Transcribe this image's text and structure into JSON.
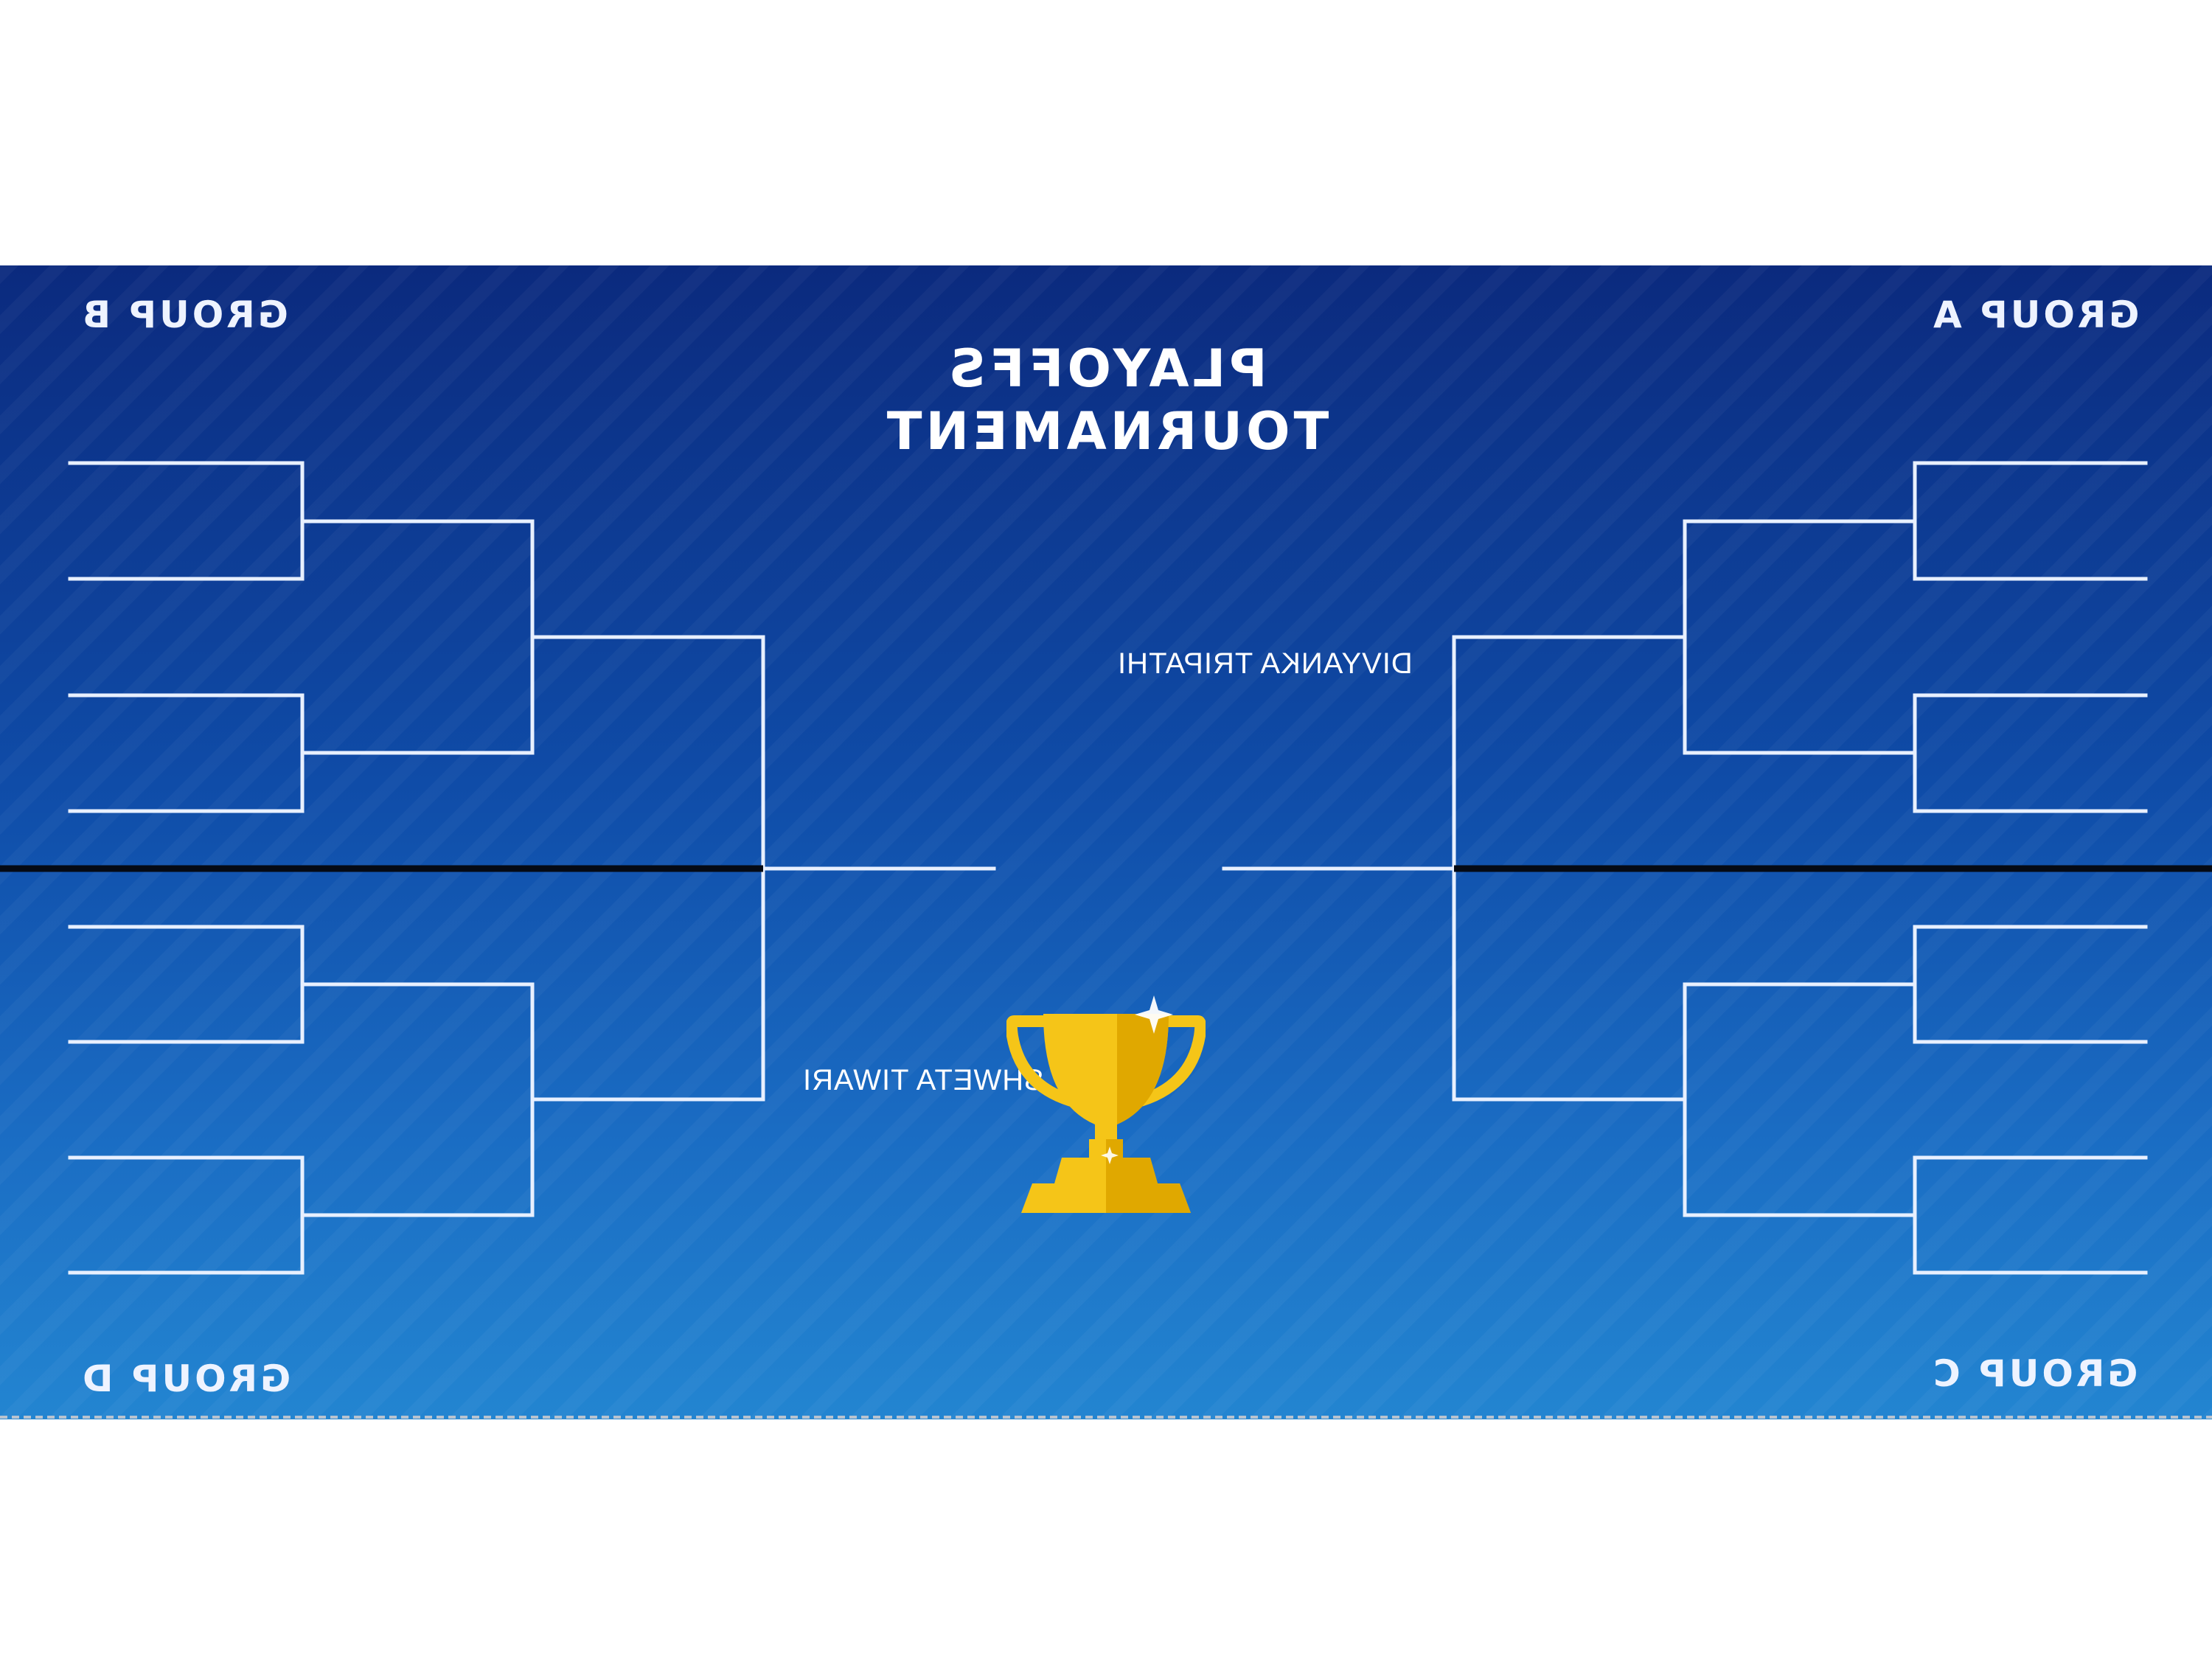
{
  "title": {
    "line1": "PLAYOFFS",
    "line2": "TOURNAMENT"
  },
  "groups": {
    "a": "GROUP A",
    "b": "GROUP B",
    "c": "GROUP C",
    "d": "GROUP D"
  },
  "players": {
    "top_finalist": "DIVYANKA TRIPATHI",
    "bottom_finalist": "SHWETA TIWARI"
  },
  "icons": {
    "trophy": "trophy-icon"
  },
  "colors": {
    "board_top": "#0b2a7e",
    "board_bottom": "#2385d1",
    "bracket_line": "#e8f0ff",
    "trophy_gold": "#f5c518",
    "trophy_shadow": "#e0a800",
    "divider_line": "#050a14"
  }
}
